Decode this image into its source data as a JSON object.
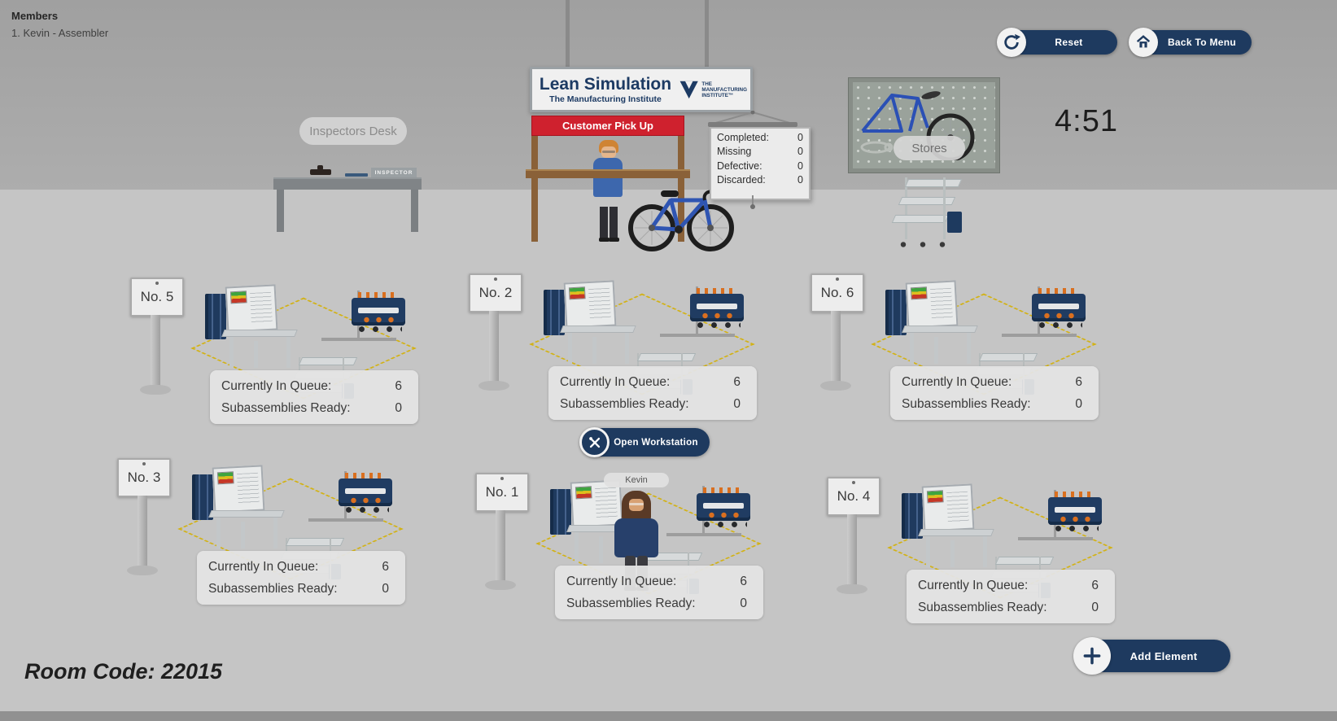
{
  "members": {
    "title": "Members",
    "entries": [
      "1. Kevin - Assembler"
    ]
  },
  "toolbar": {
    "reset": "Reset",
    "back_to_menu": "Back To Menu"
  },
  "timer": {
    "value": "4:51"
  },
  "hanging_sign": {
    "title": "Lean Simulation",
    "subtitle": "The Manufacturing Institute",
    "logo_lines": [
      "THE",
      "MANUFACTURING",
      "INSTITUTE™"
    ]
  },
  "customer_pickup": {
    "banner": "Customer Pick Up"
  },
  "scoreboard": {
    "rows": [
      {
        "label": "Completed:",
        "value": "0"
      },
      {
        "label": "Missing",
        "value": "0"
      },
      {
        "label": "Defective:",
        "value": "0"
      },
      {
        "label": "Discarded:",
        "value": "0"
      }
    ]
  },
  "stores": {
    "label": "Stores"
  },
  "inspectors_desk": {
    "label": "Inspectors Desk",
    "plate": "INSPECTOR"
  },
  "station_labels": {
    "queue": "Currently In Queue:",
    "ready": "Subassemblies Ready:"
  },
  "workstations": [
    {
      "sign": "No. 5",
      "queue": "6",
      "ready": "0"
    },
    {
      "sign": "No. 2",
      "queue": "6",
      "ready": "0"
    },
    {
      "sign": "No. 6",
      "queue": "6",
      "ready": "0"
    },
    {
      "sign": "No. 3",
      "queue": "6",
      "ready": "0"
    },
    {
      "sign": "No. 1",
      "queue": "6",
      "ready": "0",
      "worker": "Kevin"
    },
    {
      "sign": "No. 4",
      "queue": "6",
      "ready": "0"
    }
  ],
  "buttons": {
    "open_workstation": "Open Workstation",
    "add_element": "Add Element"
  },
  "room_code": {
    "text": "Room Code: 22015"
  },
  "colors": {
    "navy": "#1e3a5f",
    "banner_red": "#cf212e",
    "floor_marking_yellow": "#d2b216"
  }
}
